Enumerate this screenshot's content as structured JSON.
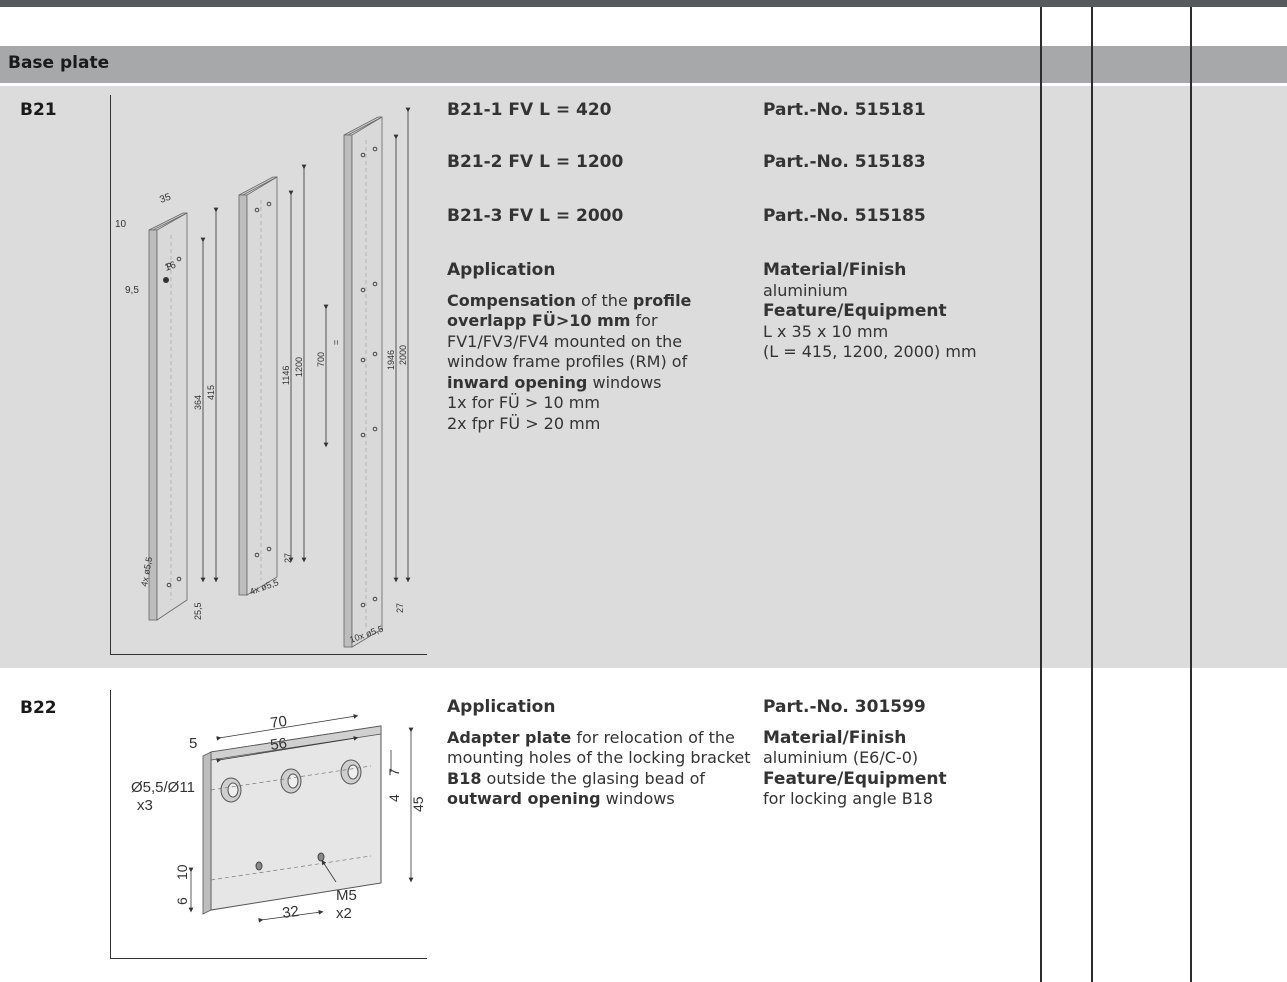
{
  "section_title": "Base plate",
  "b21": {
    "code": "B21",
    "variants": [
      {
        "label": "B21-1  FV L = 420",
        "part": "Part.-No. 515181"
      },
      {
        "label": "B21-2  FV L = 1200",
        "part": "Part.-No. 515183"
      },
      {
        "label": "B21-3  FV L = 2000",
        "part": "Part.-No. 515185"
      }
    ],
    "application_heading": "Application",
    "app": {
      "s1": "Compensation",
      "s2": " of the ",
      "s3": "profile overlapp FÜ>10 mm",
      "s4": " for FV1/FV3/FV4 mounted on the window frame profiles (RM) of ",
      "s5": "inward opening",
      "s6": " windows",
      "l1": "1x for FÜ > 10 mm",
      "l2": "2x fpr FÜ > 20 mm"
    },
    "material_heading": "Material/Finish",
    "material": "aluminium",
    "feature_heading": "Feature/Equipment",
    "feature_l1": "L x 35 x 10 mm",
    "feature_l2": "(L = 415, 1200, 2000) mm",
    "drawing": {
      "d10": "10",
      "d35": "35",
      "d16": "16",
      "d95": "9,5",
      "d364": "364",
      "d415": "415",
      "d255": "25,5",
      "h1": "4x ø5,5",
      "d1146": "1146",
      "d1200": "1200",
      "d27a": "27",
      "h2": "4x ø5,5",
      "d700": "700",
      "eq": "=",
      "d1946": "1946",
      "d2000": "2000",
      "d27b": "27",
      "h3": "10x ø5,5"
    }
  },
  "b22": {
    "code": "B22",
    "application_heading": "Application",
    "app": {
      "s1": "Adapter plate",
      "s2": " for relocation of the mounting holes of the locking bracket ",
      "s3": "B18",
      "s4": " outside the glasing bead of ",
      "s5": "outward opening",
      "s6": " windows"
    },
    "part": "Part.-No. 301599",
    "material_heading": "Material/Finish",
    "material": "aluminium (E6/C-0)",
    "feature_heading": "Feature/Equipment",
    "feature": "for locking angle B18",
    "drawing": {
      "d70": "70",
      "d56": "56",
      "d5": "5",
      "d7": "7",
      "d4": "4",
      "d45": "45",
      "hole_l1": "Ø5,5/Ø11",
      "hole_l2": "x3",
      "d10": "10",
      "d6": "6",
      "d32": "32",
      "m5": "M5",
      "m5x": "x2"
    }
  }
}
